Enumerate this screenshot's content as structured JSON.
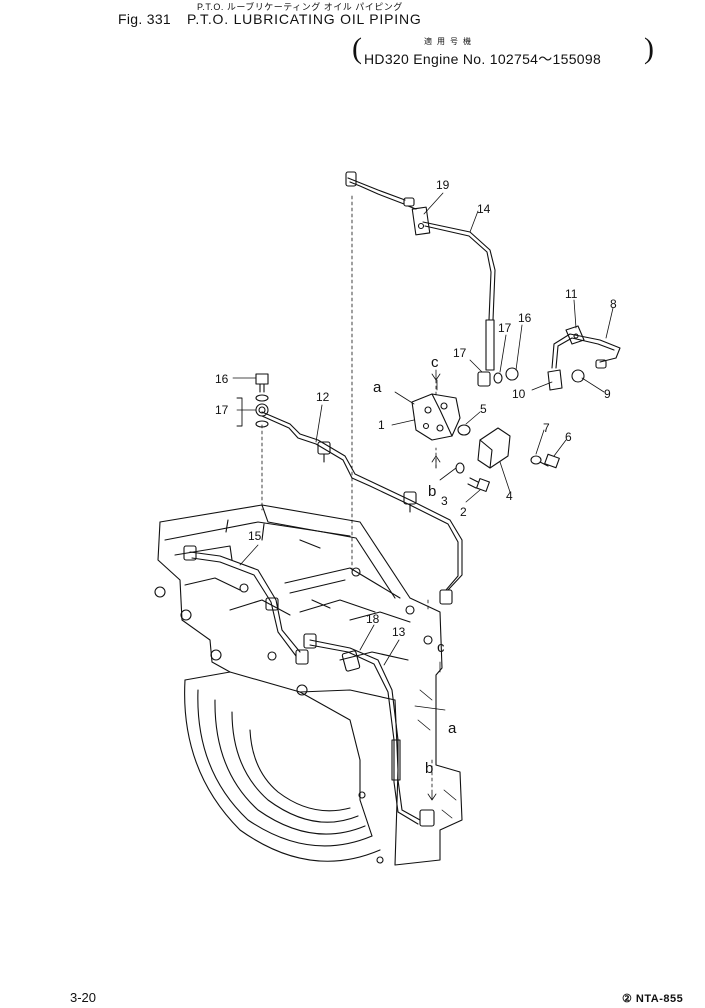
{
  "header": {
    "jp_title": "P.T.O. ルーブリケーティング オイル パイピング",
    "fig_no": "Fig. 331",
    "fig_title": "P.T.O. LUBRICATING OIL PIPING",
    "serial_jp": "適用号機",
    "serial_line": "HD320 Engine No. 102754～155098",
    "paren_open": "(",
    "paren_close": ")"
  },
  "footer": {
    "page_no": "3-20",
    "code": "② NTA-855"
  },
  "parts": [
    {
      "id": "p1",
      "label": "1"
    },
    {
      "id": "p2",
      "label": "2"
    },
    {
      "id": "p3",
      "label": "3"
    },
    {
      "id": "p4",
      "label": "4"
    },
    {
      "id": "p5",
      "label": "5"
    },
    {
      "id": "p6",
      "label": "6"
    },
    {
      "id": "p7",
      "label": "7"
    },
    {
      "id": "p8",
      "label": "8"
    },
    {
      "id": "p9",
      "label": "9"
    },
    {
      "id": "p10",
      "label": "10"
    },
    {
      "id": "p11",
      "label": "11"
    },
    {
      "id": "p12",
      "label": "12"
    },
    {
      "id": "p13",
      "label": "13"
    },
    {
      "id": "p14",
      "label": "14"
    },
    {
      "id": "p15",
      "label": "15"
    },
    {
      "id": "p16a",
      "label": "16"
    },
    {
      "id": "p16b",
      "label": "16"
    },
    {
      "id": "p17a",
      "label": "17"
    },
    {
      "id": "p17b",
      "label": "17"
    },
    {
      "id": "p17c",
      "label": "17"
    },
    {
      "id": "p18",
      "label": "18"
    },
    {
      "id": "p19",
      "label": "19"
    }
  ],
  "connections": [
    {
      "id": "a1",
      "label": "a"
    },
    {
      "id": "a2",
      "label": "a"
    },
    {
      "id": "b1",
      "label": "b"
    },
    {
      "id": "b2",
      "label": "b"
    },
    {
      "id": "c1",
      "label": "c"
    },
    {
      "id": "c2",
      "label": "c"
    }
  ]
}
